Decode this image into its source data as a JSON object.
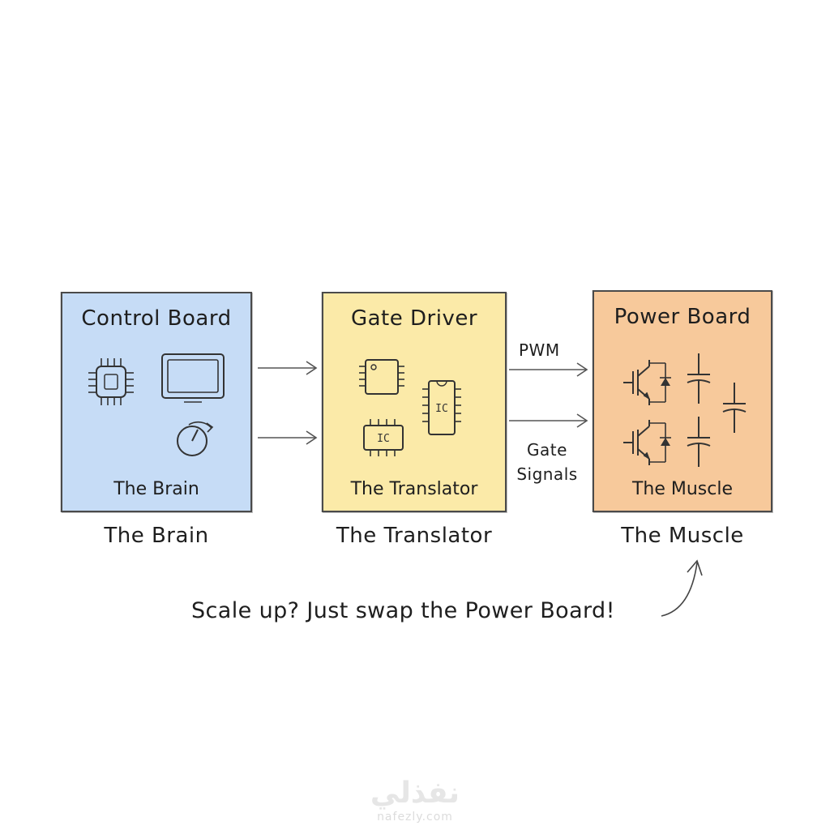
{
  "colors": {
    "control_fill": "#c6dcf6",
    "gate_fill": "#fbeaa8",
    "power_fill": "#f7c99b",
    "stroke": "#4a4a4a"
  },
  "panels": {
    "control": {
      "title": "Control Board",
      "subtitle": "The Brain",
      "icons": [
        "microchip-icon",
        "monitor-icon",
        "dial-icon"
      ]
    },
    "gate": {
      "title": "Gate Driver",
      "subtitle": "The Translator",
      "icons": [
        "ic-chip-icon",
        "ic-chip-icon",
        "ic-chip-icon"
      ],
      "chip_label": "IC"
    },
    "power": {
      "title": "Power Board",
      "subtitle": "The Muscle",
      "icons": [
        "igbt-icon",
        "igbt-icon",
        "capacitor-icon",
        "capacitor-icon",
        "capacitor-icon"
      ]
    }
  },
  "labels_below": {
    "control": "The Brain",
    "gate": "The Translator",
    "power": "The Muscle"
  },
  "signals": {
    "pwm": "PWM",
    "gate_signals_line1": "Gate",
    "gate_signals_line2": "Signals"
  },
  "note": "Scale up? Just swap the Power Board!",
  "watermark": {
    "arabic": "نفذلي",
    "latin": "nafezly.com"
  }
}
